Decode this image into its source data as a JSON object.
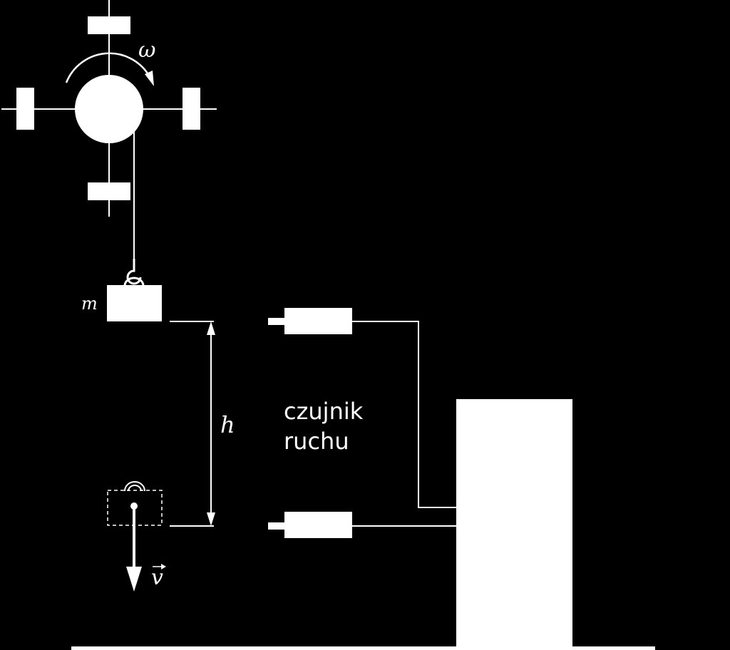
{
  "colors": {
    "background": "#000000",
    "foreground": "#ffffff"
  },
  "labels": {
    "omega": "ω",
    "mass": "m",
    "height": "h",
    "velocity": "v",
    "sensor_line1": "czujnik",
    "sensor_line2": "ruchu"
  }
}
